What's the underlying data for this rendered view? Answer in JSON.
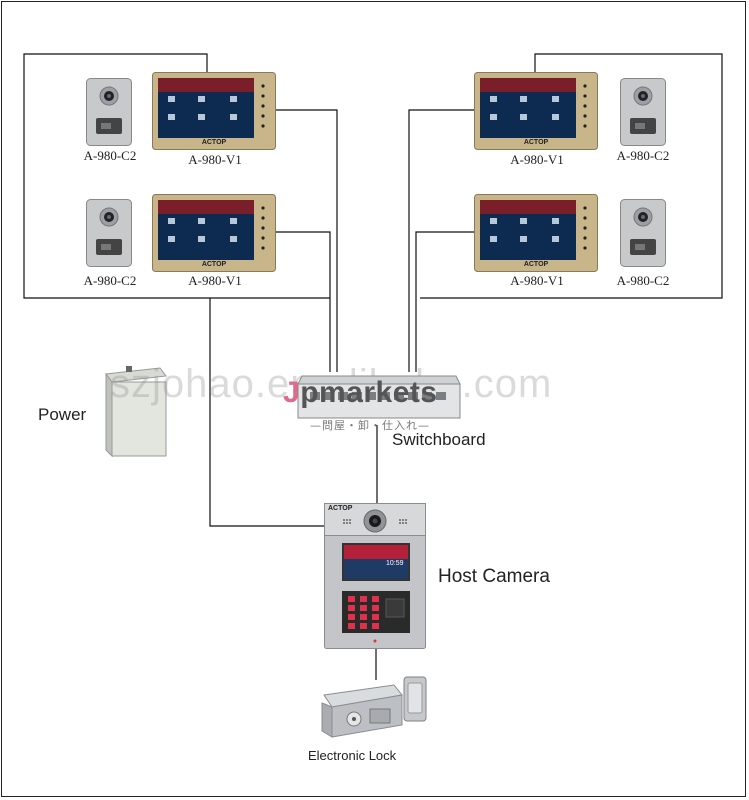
{
  "colors": {
    "wire": "#111111",
    "monitor_frame": "#c8b58a",
    "screen_bg": "#0d2a50",
    "panel_silver": "#c7c9cb",
    "keypad_red": "#e0304a"
  },
  "indoor_monitors": [
    {
      "model": "A-980-V1",
      "brand": "ACTOP"
    },
    {
      "model": "A-980-V1",
      "brand": "ACTOP"
    },
    {
      "model": "A-980-V1",
      "brand": "ACTOP"
    },
    {
      "model": "A-980-V1",
      "brand": "ACTOP"
    }
  ],
  "card_readers": [
    {
      "model": "A-980-C2"
    },
    {
      "model": "A-980-C2"
    },
    {
      "model": "A-980-C2"
    },
    {
      "model": "A-980-C2"
    }
  ],
  "power": {
    "label": "Power"
  },
  "switchboard": {
    "label": "Switchboard"
  },
  "host_camera": {
    "label": "Host Camera",
    "brand": "ACTOP",
    "time": "10:59"
  },
  "electronic_lock": {
    "label": "Electronic Lock"
  },
  "watermark": {
    "site": "szjohao.en.alibaba.com",
    "brand_initial": "J",
    "brand_rest": "pmarkets",
    "brand_subtitle": "—問屋・卸・仕入れ—"
  }
}
